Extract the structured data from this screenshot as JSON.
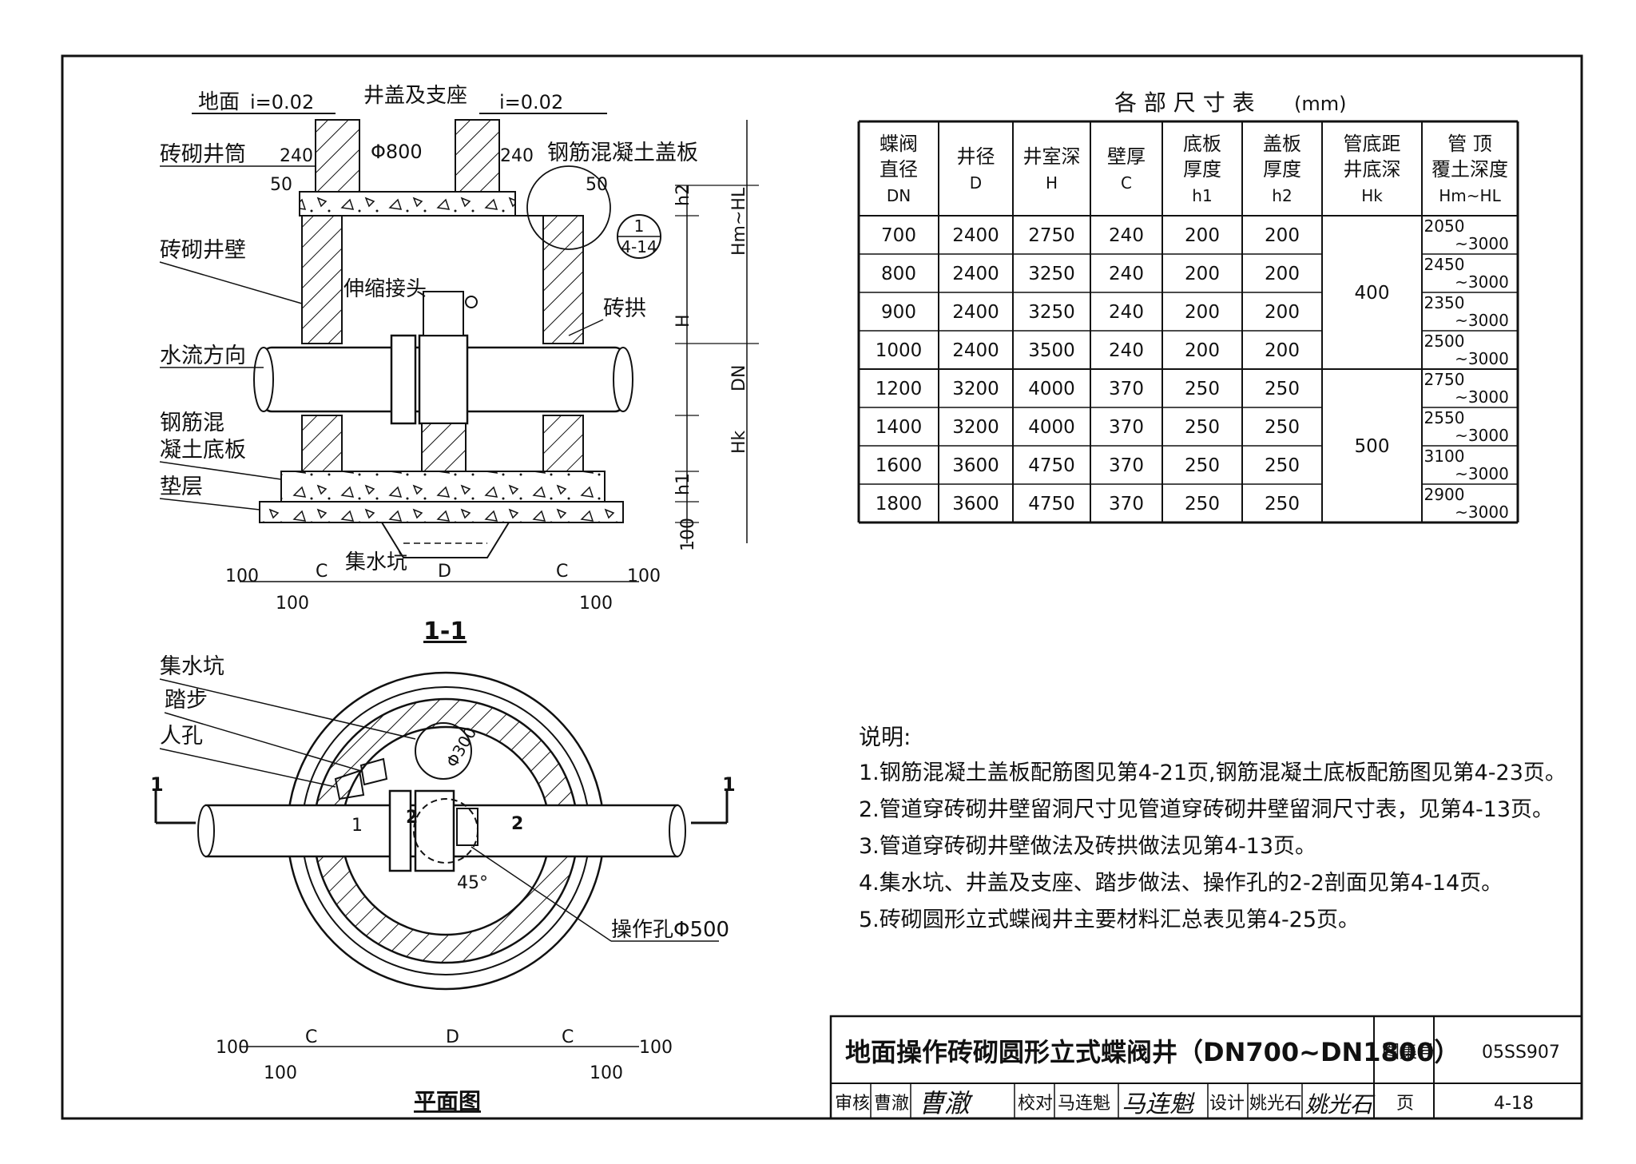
{
  "section": {
    "title": "1-1",
    "labels": {
      "ground": "地面",
      "slope_left": "i=0.02",
      "slope_right": "i=0.02",
      "cover_seat": "井盖及支座",
      "brick_shaft": "砖砌井筒",
      "rc_cover": "钢筋混凝土盖板",
      "brick_wall": "砖砌井壁",
      "expansion_joint": "伸缩接头",
      "brick_arch": "砖拱",
      "flow_direction": "水流方向",
      "rc_base_1": "钢筋混",
      "rc_base_2": "凝土底板",
      "cushion": "垫层",
      "sump": "集水坑",
      "dim_240_left": "240",
      "dim_240_right": "240",
      "dim_phi800": "Φ800",
      "dim_50_left": "50",
      "dim_50_right": "50",
      "detail_top": "1",
      "detail_bottom": "4-14",
      "dim_h2": "h2",
      "dim_hm_hl": "Hm~HL",
      "dim_H": "H",
      "dim_DN": "DN",
      "dim_Hk": "Hk",
      "dim_h1": "h1",
      "dim_100_v": "100",
      "bottom_dims": [
        "100",
        "C",
        "D",
        "C",
        "100",
        "100",
        "100"
      ]
    }
  },
  "plan": {
    "title": "平面图",
    "labels": {
      "sump": "集水坑",
      "step": "踏步",
      "manhole": "人孔",
      "phi300": "Φ300",
      "op_hole": "操作孔Φ500",
      "angle": "45°",
      "cut_left": "1",
      "cut_right": "1",
      "mark_1": "1",
      "mark_2": "2",
      "mark_2b": "2",
      "bottom_dims": [
        "100",
        "C",
        "D",
        "C",
        "100",
        "100",
        "100"
      ]
    }
  },
  "table": {
    "title": "各 部 尺 寸 表",
    "unit": "(mm)",
    "headers": [
      [
        "蝶阀",
        "直径",
        "DN"
      ],
      [
        "井径",
        "D"
      ],
      [
        "井室深",
        "H"
      ],
      [
        "壁厚",
        "C"
      ],
      [
        "底板",
        "厚度",
        "h1"
      ],
      [
        "盖板",
        "厚度",
        "h2"
      ],
      [
        "管底距",
        "井底深",
        "Hk"
      ],
      [
        "管 顶",
        "覆土深度",
        "Hm~HL"
      ]
    ],
    "rows": [
      [
        "700",
        "2400",
        "2750",
        "240",
        "200",
        "200",
        "2050",
        "~3000"
      ],
      [
        "800",
        "2400",
        "3250",
        "240",
        "200",
        "200",
        "2450",
        "~3000"
      ],
      [
        "900",
        "2400",
        "3250",
        "240",
        "200",
        "200",
        "2350",
        "~3000"
      ],
      [
        "1000",
        "2400",
        "3500",
        "240",
        "200",
        "200",
        "2500",
        "~3000"
      ],
      [
        "1200",
        "3200",
        "4000",
        "370",
        "250",
        "250",
        "2750",
        "~3000"
      ],
      [
        "1400",
        "3200",
        "4000",
        "370",
        "250",
        "250",
        "2550",
        "~3000"
      ],
      [
        "1600",
        "3600",
        "4750",
        "370",
        "250",
        "250",
        "3100",
        "~3000"
      ],
      [
        "1800",
        "3600",
        "4750",
        "370",
        "250",
        "250",
        "2900",
        "~3000"
      ]
    ],
    "hk_groups": [
      "400",
      "500"
    ]
  },
  "notes": {
    "heading": "说明:",
    "items": [
      "1.钢筋混凝土盖板配筋图见第4-21页,钢筋混凝土底板配筋图见第4-23页。",
      "2.管道穿砖砌井壁留洞尺寸见管道穿砖砌井壁留洞尺寸表，见第4-13页。",
      "3.管道穿砖砌井壁做法及砖拱做法见第4-13页。",
      "4.集水坑、井盖及支座、踏步做法、操作孔的2-2剖面见第4-14页。",
      "5.砖砌圆形立式蝶阀井主要材料汇总表见第4-25页。"
    ]
  },
  "titleblock": {
    "title": "地面操作砖砌圆形立式蝶阀井（DN700~DN1800）",
    "atlas_label": "图集号",
    "atlas_no": "05SS907",
    "page_label": "页",
    "page_no": "4-18",
    "review_label": "审核",
    "reviewer": "曹澈",
    "reviewer_sig": "曹澈",
    "check_label": "校对",
    "checker": "马连魁",
    "checker_sig": "马连魁",
    "design_label": "设计",
    "designer": "姚光石",
    "designer_sig": "姚光石"
  }
}
